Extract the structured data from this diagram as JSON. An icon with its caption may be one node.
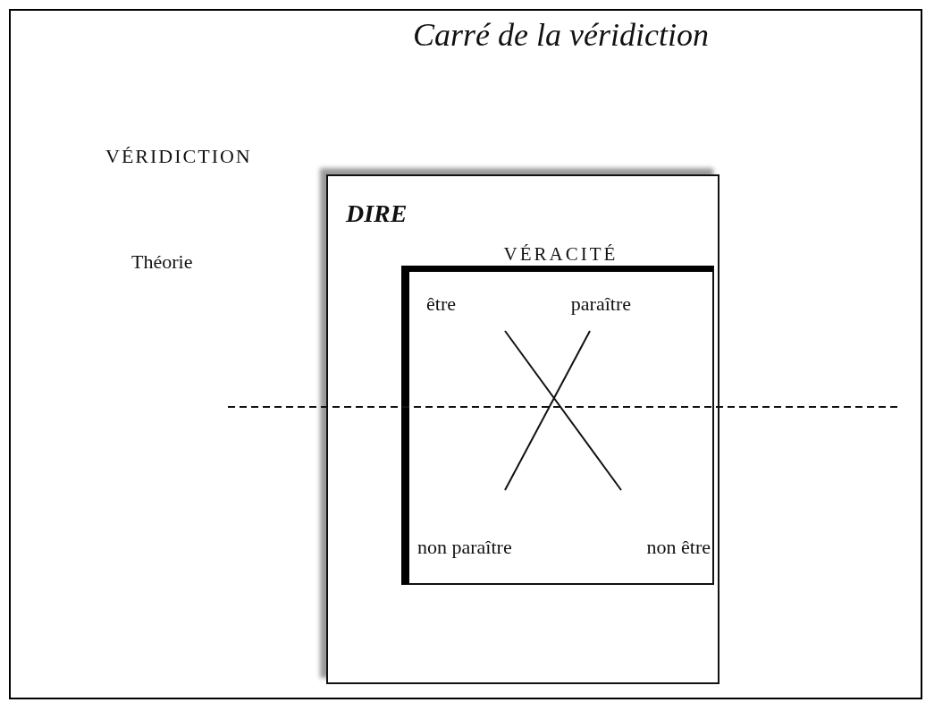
{
  "diagram": {
    "title": "Carré de la véridiction",
    "nodes": [
      {
        "text": [
          "DIRE"
        ]
      },
      {
        "text": [
          "VÉRACITÉ"
        ],
        "in": 0
      },
      {
        "text": [
          "être"
        ],
        "in": 1
      },
      {
        "text": [
          "paraître"
        ],
        "in": 1
      },
      {
        "text": [
          "non paraître"
        ],
        "in": 1
      },
      {
        "text": [
          "non être"
        ],
        "in": 1
      }
    ],
    "edges": [
      {
        "from": 2,
        "to": 5,
        "arrow": "none"
      },
      {
        "from": 3,
        "to": 4,
        "arrow": "none"
      }
    ],
    "labels": [
      "VÉRIDICTION",
      "Théorie"
    ]
  }
}
